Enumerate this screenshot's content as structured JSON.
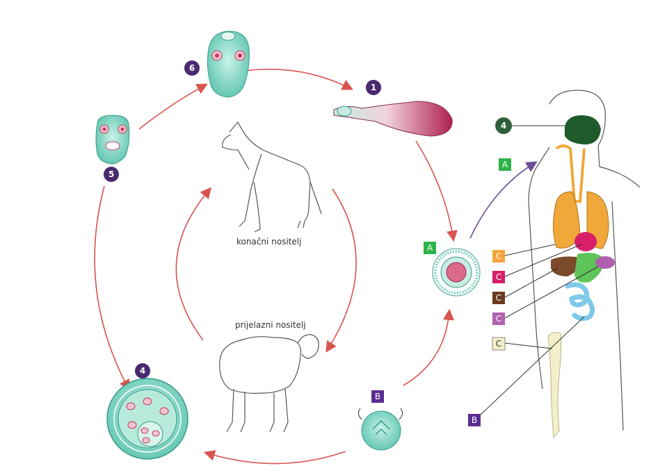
{
  "labels": {
    "definitive_host": "konačni nositelj",
    "intermediate_host": "prijelazni nositelj"
  },
  "stage_numbers": [
    "1",
    "4",
    "5",
    "6",
    "4"
  ],
  "markers": {
    "A": "A",
    "B": "B",
    "C": "C"
  },
  "colors": {
    "arrow": "#d9534f",
    "purple_arrow": "#6a4c9c",
    "badge_purple": "#4a2a6e",
    "badge_green": "#2e5e3a",
    "cyst": "#7fd6c4",
    "lung": "#f0a83a",
    "heart": "#d81f6a",
    "liver": "#7a4a2a",
    "stomach": "#5fc45a",
    "intestine": "#7ec8e8",
    "brain": "#1e5a2a",
    "bone": "#f3efc8",
    "sq_A": "#2db34a",
    "sq_B": "#5a2d91",
    "sq_C_orange": "#f5a53a",
    "sq_C_pink": "#d81f6a",
    "sq_C_brown": "#6a3a1e",
    "sq_C_violet": "#b060b0",
    "sq_C_cream": "#f3efc8"
  }
}
